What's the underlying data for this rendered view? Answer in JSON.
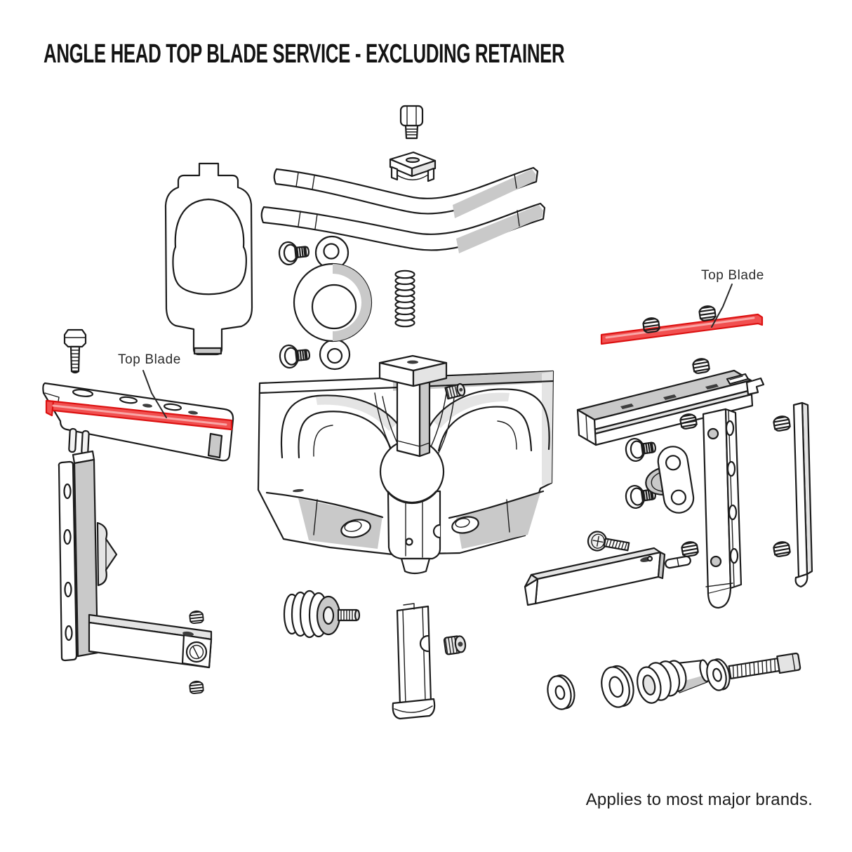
{
  "title": "ANGLE HEAD TOP BLADE SERVICE - EXCLUDING RETAINER",
  "annotations": {
    "left_blade_label": "Top Blade",
    "right_blade_label": "Top Blade",
    "footnote": "Applies to most major brands."
  },
  "colors": {
    "background": "#FFFFFF",
    "line": "#1C1C1C",
    "shade_gray": "#C9C9C9",
    "shade_light": "#E4E4E4",
    "highlight_red": "#F15050",
    "highlight_red_stroke": "#DC1111",
    "highlight_red_light": "#F9A6A6",
    "text": "#1A1A1A"
  },
  "parts": [
    "socket-cap-screw",
    "clamp-plate",
    "upper-lever-bar",
    "lower-lever-bar",
    "gasket-plate",
    "flange-screw-upper",
    "flange-screw-lower",
    "cam-cover",
    "coil-spring",
    "hex-bolt",
    "left-blade-holder-rail",
    "left-top-blade",
    "dowel-pin-a",
    "dowel-pin-b",
    "main-body",
    "center-post-with-ball",
    "post-set-screw",
    "left-rail-assembly",
    "rail-set-screw-upper",
    "rail-set-screw-lower",
    "clamp-knob",
    "guide-channel",
    "channel-set-screw",
    "right-top-blade",
    "blade-set-screw-a",
    "blade-set-screw-b",
    "right-blade-holder-rail",
    "holder-set-screw",
    "right-vertical-arm",
    "arm-set-screw-upper",
    "arm-set-screw-lower",
    "arm-flange-screw-upper",
    "arm-flange-screw-lower",
    "pivot-bracket",
    "phillips-screw",
    "pivot-bar",
    "pivot-pin",
    "side-blade-strip",
    "strip-set-screw-upper",
    "strip-set-screw-lower",
    "washer-small",
    "washer-large",
    "bushing-stack",
    "pivot-cylinder",
    "washer-medium",
    "socket-head-bolt"
  ]
}
